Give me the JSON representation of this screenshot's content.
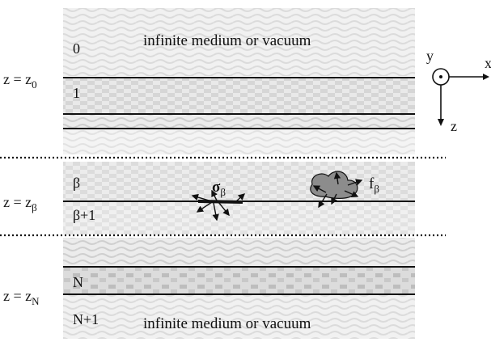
{
  "layers": {
    "top_index": "0",
    "first_index": "1",
    "beta": "β",
    "beta_plus_1": "β+1",
    "n": "N",
    "n_plus_1": "N+1"
  },
  "media": {
    "top_text": "infinite medium or vacuum",
    "bottom_text": "infinite medium or vacuum"
  },
  "interfaces": {
    "z0": {
      "lhs": "z = z",
      "sub": "0"
    },
    "zbeta": {
      "lhs": "z = z",
      "sub": "β"
    },
    "zN": {
      "lhs": "z = z",
      "sub": "N"
    }
  },
  "sources": {
    "sigma": {
      "symbol": "σ",
      "sub": "β"
    },
    "force": {
      "symbol": "f",
      "sub": "β"
    }
  },
  "axes": {
    "x": "x",
    "y": "y",
    "z": "z"
  },
  "colors": {
    "line": "#111111",
    "layer_fill": "#d9d9d9",
    "force_region": "#8c8c8c"
  }
}
